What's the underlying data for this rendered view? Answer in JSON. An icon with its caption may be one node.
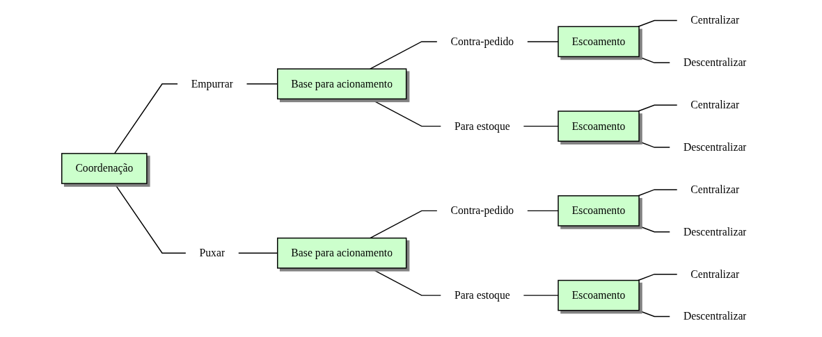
{
  "diagram": {
    "nodes": [
      {
        "text": [
          "Coordenação"
        ]
      },
      {
        "text": [
          "Empurrar"
        ]
      },
      {
        "text": [
          "Base para acionamento"
        ]
      },
      {
        "text": [
          "Contra-pedido"
        ]
      },
      {
        "text": [
          "Escoamento"
        ]
      },
      {
        "text": [
          "Centralizar"
        ]
      },
      {
        "text": [
          "Descentralizar"
        ]
      },
      {
        "text": [
          "Para estoque"
        ]
      },
      {
        "text": [
          "Escoamento"
        ]
      },
      {
        "text": [
          "Centralizar"
        ]
      },
      {
        "text": [
          "Descentralizar"
        ]
      },
      {
        "text": [
          "Puxar"
        ]
      },
      {
        "text": [
          "Base para acionamento"
        ]
      },
      {
        "text": [
          "Contra-pedido"
        ]
      },
      {
        "text": [
          "Escoamento"
        ]
      },
      {
        "text": [
          "Centralizar"
        ]
      },
      {
        "text": [
          "Descentralizar"
        ]
      },
      {
        "text": [
          "Para estoque"
        ]
      },
      {
        "text": [
          "Escoamento"
        ]
      },
      {
        "text": [
          "Centralizar"
        ]
      },
      {
        "text": [
          "Descentralizar"
        ]
      }
    ],
    "edges": [
      {
        "from": 0,
        "to": 1,
        "arrow": "none"
      },
      {
        "from": 1,
        "to": 2,
        "arrow": "none"
      },
      {
        "from": 2,
        "to": 3,
        "arrow": "none"
      },
      {
        "from": 3,
        "to": 4,
        "arrow": "none"
      },
      {
        "from": 4,
        "to": 5,
        "arrow": "none"
      },
      {
        "from": 4,
        "to": 6,
        "arrow": "none"
      },
      {
        "from": 2,
        "to": 7,
        "arrow": "none"
      },
      {
        "from": 7,
        "to": 8,
        "arrow": "none"
      },
      {
        "from": 8,
        "to": 9,
        "arrow": "none"
      },
      {
        "from": 8,
        "to": 10,
        "arrow": "none"
      },
      {
        "from": 0,
        "to": 11,
        "arrow": "none"
      },
      {
        "from": 11,
        "to": 12,
        "arrow": "none"
      },
      {
        "from": 12,
        "to": 13,
        "arrow": "none"
      },
      {
        "from": 13,
        "to": 14,
        "arrow": "none"
      },
      {
        "from": 14,
        "to": 15,
        "arrow": "none"
      },
      {
        "from": 14,
        "to": 16,
        "arrow": "none"
      },
      {
        "from": 12,
        "to": 17,
        "arrow": "none"
      },
      {
        "from": 17,
        "to": 18,
        "arrow": "none"
      },
      {
        "from": 18,
        "to": 19,
        "arrow": "none"
      },
      {
        "from": 18,
        "to": 20,
        "arrow": "none"
      }
    ]
  }
}
